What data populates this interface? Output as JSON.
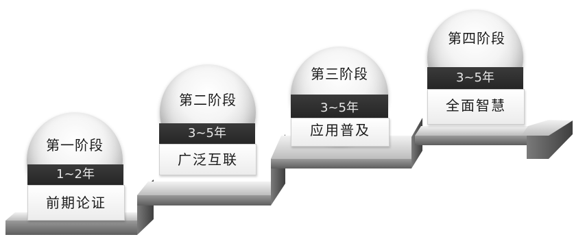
{
  "stages": [
    {
      "title": "第一阶段",
      "period": "1~2年",
      "name": "前期论证"
    },
    {
      "title": "第二阶段",
      "period": "3~5年",
      "name": "广泛互联"
    },
    {
      "title": "第三阶段",
      "period": "3~5年",
      "name": "应用普及"
    },
    {
      "title": "第四阶段",
      "period": "3~5年",
      "name": "全面智慧"
    }
  ]
}
